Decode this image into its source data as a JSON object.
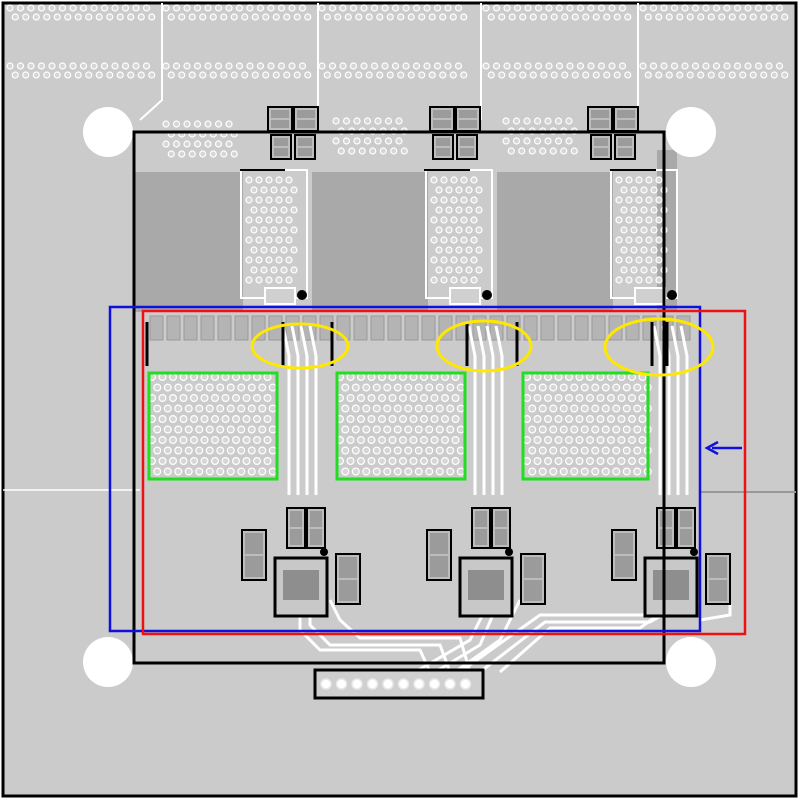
{
  "colors": {
    "board": "#cbcbcb",
    "board_edge": "#000000",
    "trace": "#ffffff",
    "copper_pour": "#a9a9a9",
    "via_fill": "#d6d6d6",
    "via_ring": "#ffffff",
    "silkscreen": "#000000",
    "hole": "#ffffff",
    "highlight_yellow": "#ffe800",
    "highlight_green": "#22dd22",
    "highlight_blue": "#1010dd",
    "highlight_red": "#ee1111",
    "arrow": "#1010dd"
  },
  "board": {
    "mounting_holes": 4,
    "channels": 3,
    "connector_pins": 10
  },
  "annotations": {
    "blue_box": "blue-outline",
    "red_box": "red-outline",
    "arrow_direction": "left",
    "yellow_ellipses": 3,
    "green_boxes": 3
  }
}
